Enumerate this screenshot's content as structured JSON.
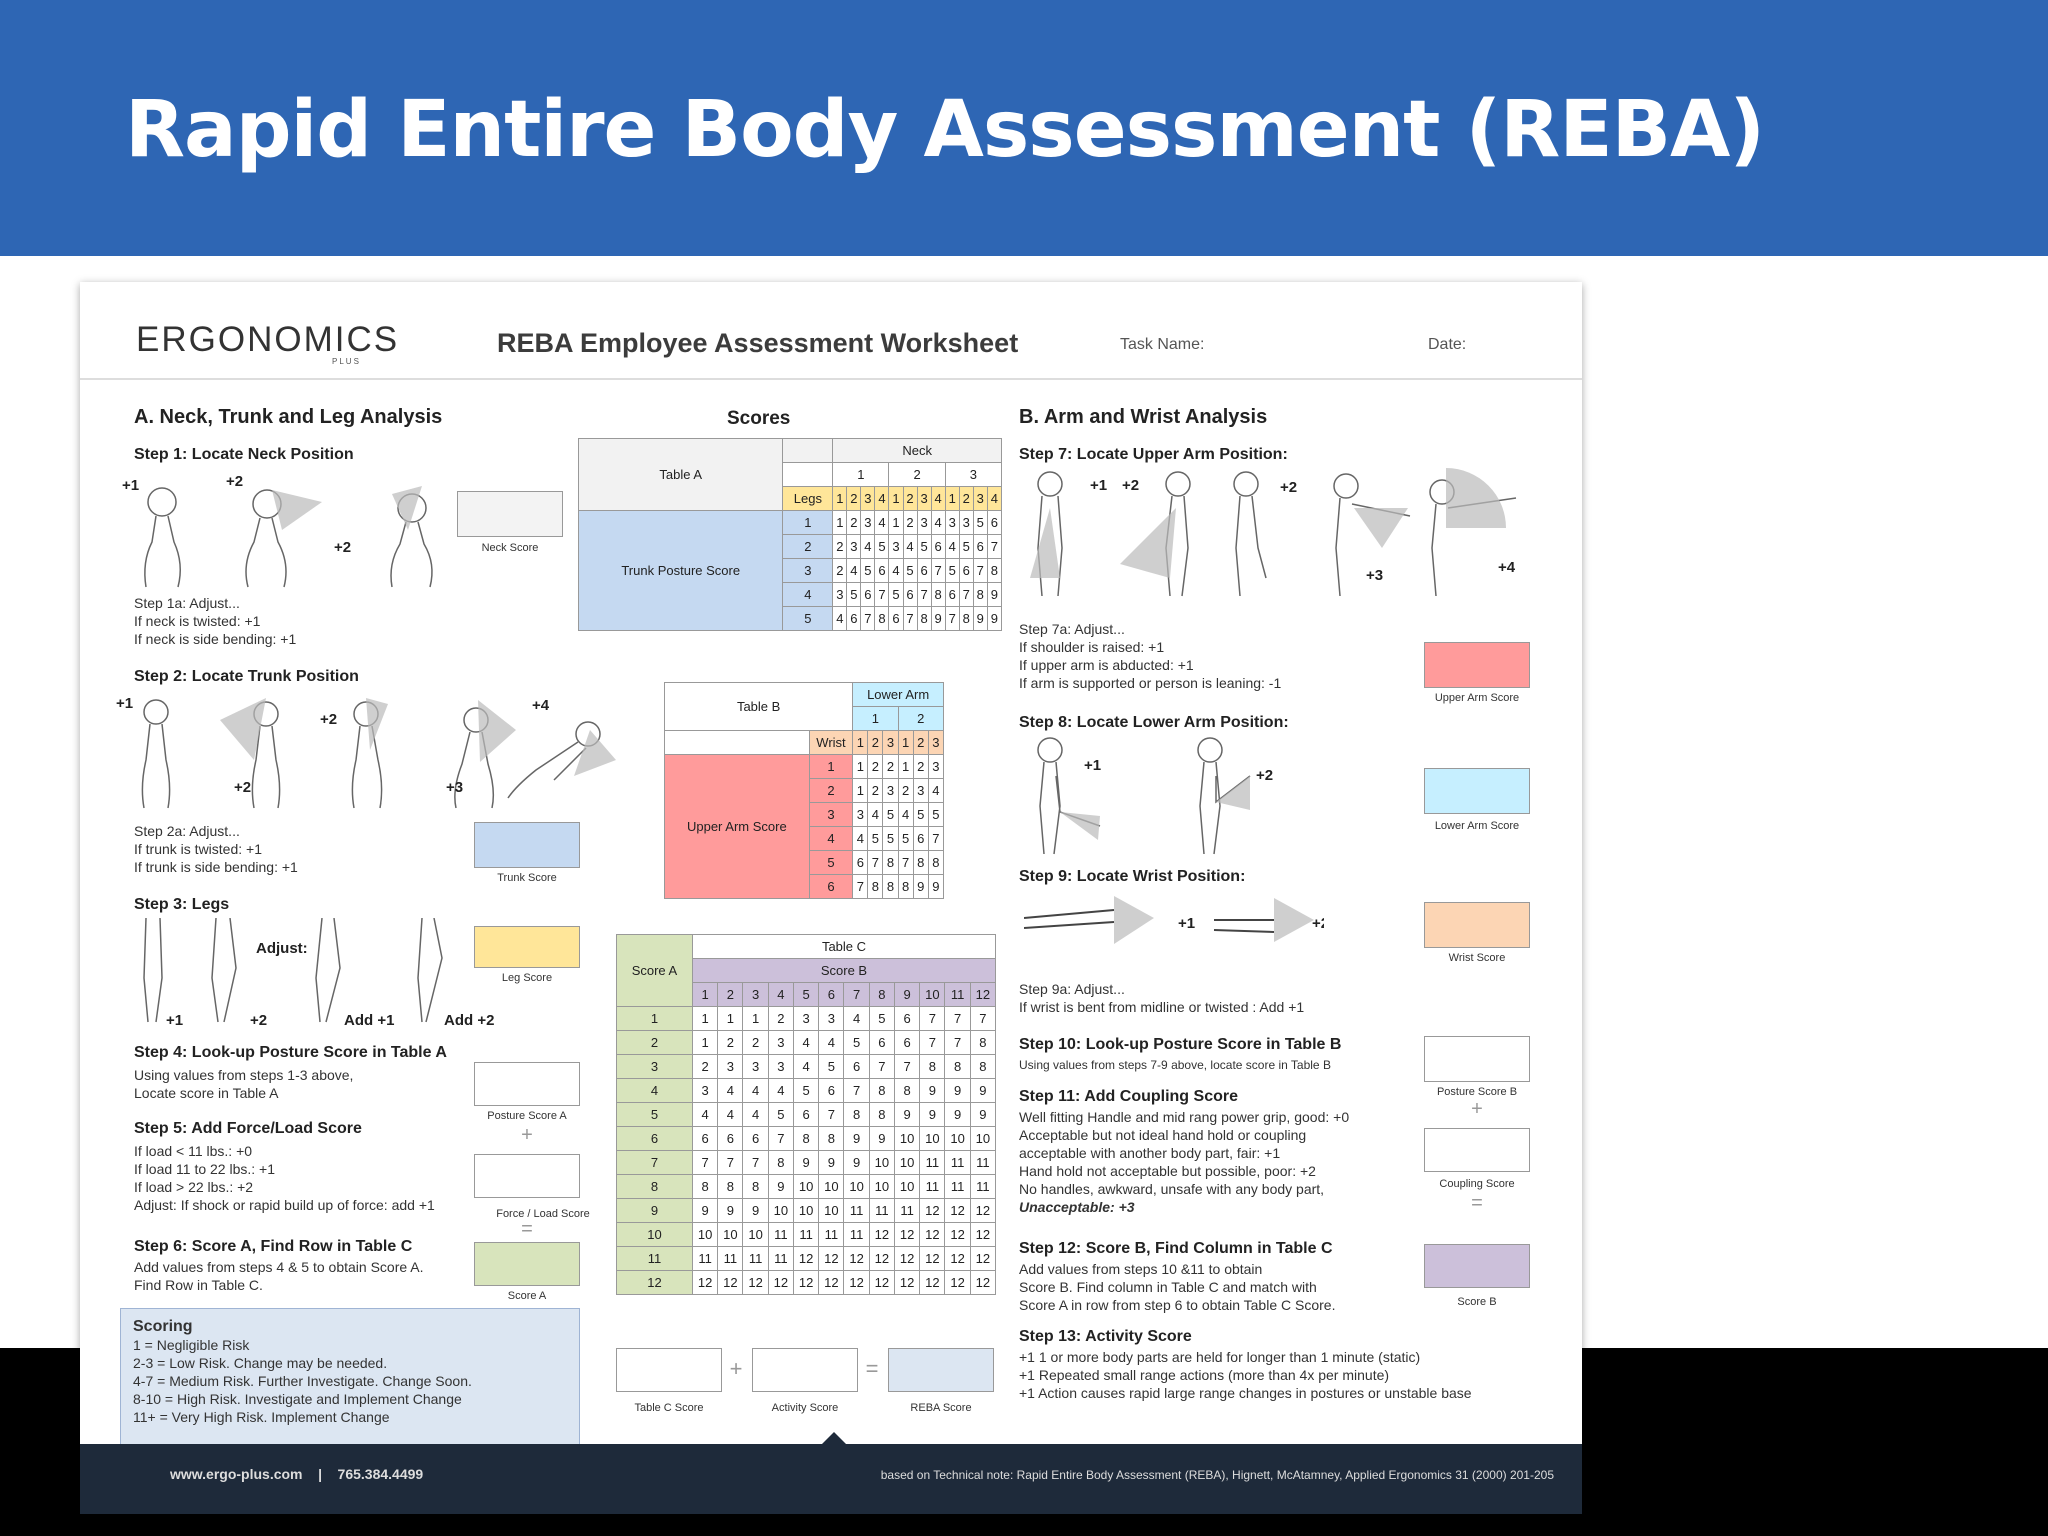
{
  "slide": {
    "title": "Rapid Entire Body Assessment (REBA)"
  },
  "header": {
    "logo": "ERGONOMICS",
    "logo_sub": "PLUS",
    "title": "REBA Employee Assessment Worksheet",
    "task_name": "Task Name:",
    "date": "Date:"
  },
  "section_a": {
    "title": "A.  Neck, Trunk and Leg Analysis",
    "step1": "Step 1: Locate Neck Position",
    "step1a": [
      "Step 1a: Adjust...",
      "If neck is twisted: +1",
      "If neck is side bending: +1"
    ],
    "neck_score": "Neck Score",
    "step2": "Step 2: Locate Trunk Position",
    "step2a": [
      "Step 2a: Adjust...",
      "If trunk is twisted: +1",
      "If trunk is side bending: +1"
    ],
    "trunk_score": "Trunk Score",
    "step3": "Step 3: Legs",
    "adjust": "Adjust:",
    "leg_labels": [
      "+1",
      "+2",
      "Add +1",
      "Add +2"
    ],
    "leg_score": "Leg Score",
    "step4": "Step 4: Look-up Posture Score in Table A",
    "step4_text": [
      "Using values from steps 1-3 above,",
      "Locate score in Table A"
    ],
    "posture_a": "Posture Score A",
    "step5": "Step 5: Add Force/Load Score",
    "step5_text": [
      "If load < 11 lbs.: +0",
      "If load 11 to 22 lbs.: +1",
      "If load > 22 lbs.: +2",
      "Adjust: If shock or rapid build up of force: add +1"
    ],
    "force_score": "Force / Load Score",
    "step6": "Step 6: Score A, Find Row in Table C",
    "step6_text": [
      "Add values from steps 4 & 5 to obtain Score A.",
      "Find Row in Table C."
    ],
    "score_a": "Score A"
  },
  "scoring": {
    "title": "Scoring",
    "lines": [
      "1 = Negligible Risk",
      "2-3 = Low Risk. Change may be needed.",
      "4-7 = Medium Risk. Further Investigate. Change Soon.",
      "8-10 = High Risk. Investigate and Implement Change",
      "11+ = Very High Risk. Implement Change"
    ]
  },
  "scores_title": "Scores",
  "table_a": {
    "label": "Table A",
    "neck": "Neck",
    "neck_cols": [
      "1",
      "2",
      "3"
    ],
    "legs": "Legs",
    "leg_cols": [
      "1",
      "2",
      "3",
      "4",
      "1",
      "2",
      "3",
      "4",
      "1",
      "2",
      "3",
      "4"
    ],
    "trunk_label": "Trunk Posture Score",
    "rows": [
      [
        "1",
        "1",
        "2",
        "3",
        "4",
        "1",
        "2",
        "3",
        "4",
        "3",
        "3",
        "5",
        "6"
      ],
      [
        "2",
        "2",
        "3",
        "4",
        "5",
        "3",
        "4",
        "5",
        "6",
        "4",
        "5",
        "6",
        "7"
      ],
      [
        "3",
        "2",
        "4",
        "5",
        "6",
        "4",
        "5",
        "6",
        "7",
        "5",
        "6",
        "7",
        "8"
      ],
      [
        "4",
        "3",
        "5",
        "6",
        "7",
        "5",
        "6",
        "7",
        "8",
        "6",
        "7",
        "8",
        "9"
      ],
      [
        "5",
        "4",
        "6",
        "7",
        "8",
        "6",
        "7",
        "8",
        "9",
        "7",
        "8",
        "9",
        "9"
      ]
    ]
  },
  "table_b": {
    "label": "Table B",
    "lower_arm": "Lower Arm",
    "la_cols": [
      "1",
      "2"
    ],
    "wrist": "Wrist",
    "wrist_cols": [
      "1",
      "2",
      "3",
      "1",
      "2",
      "3"
    ],
    "upper_label": "Upper Arm Score",
    "rows": [
      [
        "1",
        "1",
        "2",
        "2",
        "1",
        "2",
        "3"
      ],
      [
        "2",
        "1",
        "2",
        "3",
        "2",
        "3",
        "4"
      ],
      [
        "3",
        "3",
        "4",
        "5",
        "4",
        "5",
        "5"
      ],
      [
        "4",
        "4",
        "5",
        "5",
        "5",
        "6",
        "7"
      ],
      [
        "5",
        "6",
        "7",
        "8",
        "7",
        "8",
        "8"
      ],
      [
        "6",
        "7",
        "8",
        "8",
        "8",
        "9",
        "9"
      ]
    ]
  },
  "table_c": {
    "label": "Table C",
    "score_a": "Score A",
    "score_b": "Score B",
    "cols": [
      "1",
      "2",
      "3",
      "4",
      "5",
      "6",
      "7",
      "8",
      "9",
      "10",
      "11",
      "12"
    ],
    "rows": [
      [
        "1",
        "1",
        "1",
        "1",
        "2",
        "3",
        "3",
        "4",
        "5",
        "6",
        "7",
        "7",
        "7"
      ],
      [
        "2",
        "1",
        "2",
        "2",
        "3",
        "4",
        "4",
        "5",
        "6",
        "6",
        "7",
        "7",
        "8"
      ],
      [
        "3",
        "2",
        "3",
        "3",
        "3",
        "4",
        "5",
        "6",
        "7",
        "7",
        "8",
        "8",
        "8"
      ],
      [
        "4",
        "3",
        "4",
        "4",
        "4",
        "5",
        "6",
        "7",
        "8",
        "8",
        "9",
        "9",
        "9"
      ],
      [
        "5",
        "4",
        "4",
        "4",
        "5",
        "6",
        "7",
        "8",
        "8",
        "9",
        "9",
        "9",
        "9"
      ],
      [
        "6",
        "6",
        "6",
        "6",
        "7",
        "8",
        "8",
        "9",
        "9",
        "10",
        "10",
        "10",
        "10"
      ],
      [
        "7",
        "7",
        "7",
        "7",
        "8",
        "9",
        "9",
        "9",
        "10",
        "10",
        "11",
        "11",
        "11"
      ],
      [
        "8",
        "8",
        "8",
        "8",
        "9",
        "10",
        "10",
        "10",
        "10",
        "10",
        "11",
        "11",
        "11"
      ],
      [
        "9",
        "9",
        "9",
        "9",
        "10",
        "10",
        "10",
        "11",
        "11",
        "11",
        "12",
        "12",
        "12"
      ],
      [
        "10",
        "10",
        "10",
        "10",
        "11",
        "11",
        "11",
        "11",
        "12",
        "12",
        "12",
        "12",
        "12"
      ],
      [
        "11",
        "11",
        "11",
        "11",
        "11",
        "12",
        "12",
        "12",
        "12",
        "12",
        "12",
        "12",
        "12"
      ],
      [
        "12",
        "12",
        "12",
        "12",
        "12",
        "12",
        "12",
        "12",
        "12",
        "12",
        "12",
        "12",
        "12"
      ]
    ]
  },
  "bottom": {
    "table_c_score": "Table C Score",
    "activity_score": "Activity Score",
    "reba_score": "REBA Score",
    "plus": "+",
    "equals": "="
  },
  "section_b": {
    "title": "B. Arm and Wrist Analysis",
    "step7": "Step 7: Locate Upper Arm Position:",
    "step7a": [
      "Step 7a: Adjust...",
      "If shoulder is raised: +1",
      "If upper arm is abducted: +1",
      "If arm is supported or person is leaning: -1"
    ],
    "upper_arm_score": "Upper Arm  Score",
    "step8": "Step 8: Locate Lower Arm Position:",
    "lower_arm_score": "Lower Arm Score",
    "step9": "Step 9: Locate Wrist Position:",
    "wrist_score": "Wrist Score",
    "step9a": [
      "Step 9a: Adjust...",
      "If wrist is bent from midline or twisted : Add +1"
    ],
    "step10": "Step 10: Look-up Posture Score in Table B",
    "step10_text": "Using values from steps 7-9 above, locate score in Table B",
    "posture_b": "Posture Score B",
    "step11": "Step 11: Add Coupling Score",
    "step11_text": [
      "Well fitting Handle and mid rang power grip, good: +0",
      "Acceptable but not ideal hand hold or coupling",
      "acceptable with another body part, fair: +1",
      "Hand hold not acceptable but possible, poor: +2",
      "No handles, awkward, unsafe with any body part,",
      "Unacceptable: +3"
    ],
    "coupling_score": "Coupling Score",
    "step12": "Step 12: Score B, Find Column in Table C",
    "step12_text": [
      "Add values from steps 10 &11 to obtain",
      "Score B. Find column in Table C and match with",
      "Score A in row from step 6 to obtain Table C Score."
    ],
    "score_b": "Score B",
    "step13": "Step 13: Activity Score",
    "step13_text": [
      "+1 1 or more body parts are held for longer than 1 minute (static)",
      "+1 Repeated small range actions (more than 4x per minute)",
      "+1 Action causes rapid large range changes in postures or unstable base"
    ]
  },
  "footer": {
    "website": "www.ergo-plus.com",
    "sep": "|",
    "phone": "765.384.4499",
    "citation": "based on Technical note: Rapid Entire Body Assessment (REBA), Hignett, McAtamney, Applied Ergonomics 31 (2000) 201-205"
  },
  "colors": {
    "header": "#2e66b4",
    "neck": "#f3f3f3",
    "trunk": "#c5d9f1",
    "leg": "#ffe699",
    "force": "#ffffff",
    "scoreA": "#d8e4bc",
    "upper": "#ff9b9b",
    "lower": "#c6efff",
    "wrist": "#fcd5b4",
    "scoreB": "#ccc0da",
    "reba": "#dce6f2"
  }
}
